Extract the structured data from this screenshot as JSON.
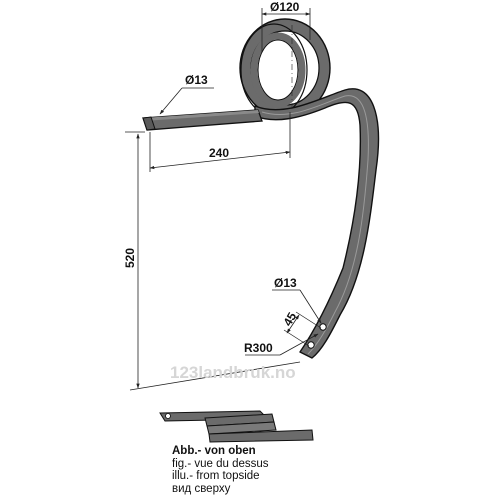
{
  "diagram": {
    "dimensions": {
      "coil_diameter": "Ø120",
      "shank_diameter": "Ø13",
      "shank_length": "240",
      "total_height": "520",
      "hole_diameter": "Ø13",
      "hole_spacing": "45",
      "tip_radius": "R300"
    },
    "watermark": "123landbruk.no",
    "colors": {
      "tine": "#6b6b6b",
      "outline": "#111111",
      "dimension": "#222222"
    }
  },
  "caption": {
    "title": "Abb.- von oben",
    "line_fr": "fig.- vue du dessus",
    "line_en": "illu.- from topside",
    "line_ru": "вид сверху"
  }
}
